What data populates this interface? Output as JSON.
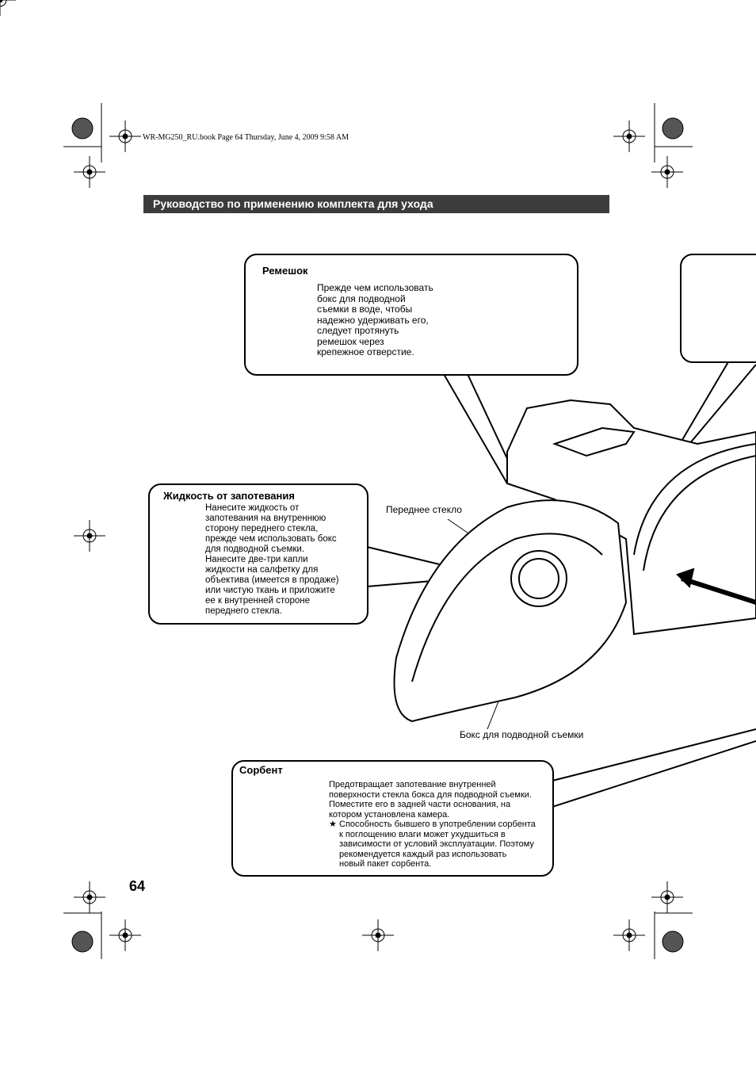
{
  "file_header": "WR-MG250_RU.book  Page 64  Thursday, June 4, 2009  9:58 AM",
  "section_title": "Руководство по применению комплекта для ухода",
  "strap": {
    "title": "Ремешок",
    "lines": [
      "Прежде чем использовать",
      "бокс для подводной",
      "съемки в воде, чтобы",
      "надежно удерживать его,",
      "следует протянуть",
      "ремешок через",
      "крепежное отверстие."
    ]
  },
  "antifog": {
    "title": "Жидкость от запотевания",
    "lines": [
      "Нанесите жидкость от",
      "запотевания на внутреннюю",
      "сторону переднего стекла,",
      "прежде чем использовать бокс",
      "для подводной съемки.",
      "Нанесите две-три капли",
      "жидкости на салфетку для",
      "объектива (имеется в продаже)",
      "или чистую ткань и приложите",
      "ее к внутренней стороне",
      "переднего стекла."
    ]
  },
  "labels": {
    "front_glass": "Переднее стекло",
    "housing": "Бокс для подводной съемки"
  },
  "sorbent": {
    "title": "Сорбент",
    "lines": [
      "Предотвращает запотевание внутренней",
      "поверхности стекла бокса для подводной съемки.",
      "Поместите его в задней части основания, на",
      "котором установлена камера."
    ],
    "note_mark": "★",
    "note_lines": [
      "Способность бывшего в употреблении сорбента",
      "к поглощению влаги может ухудшиться в",
      "зависимости от условий эксплуатации. Поэтому",
      "рекомендуется каждый раз использовать",
      "новый пакет сорбента."
    ]
  },
  "page_number": "64",
  "colors": {
    "section_bar": "#3c3c3c"
  }
}
